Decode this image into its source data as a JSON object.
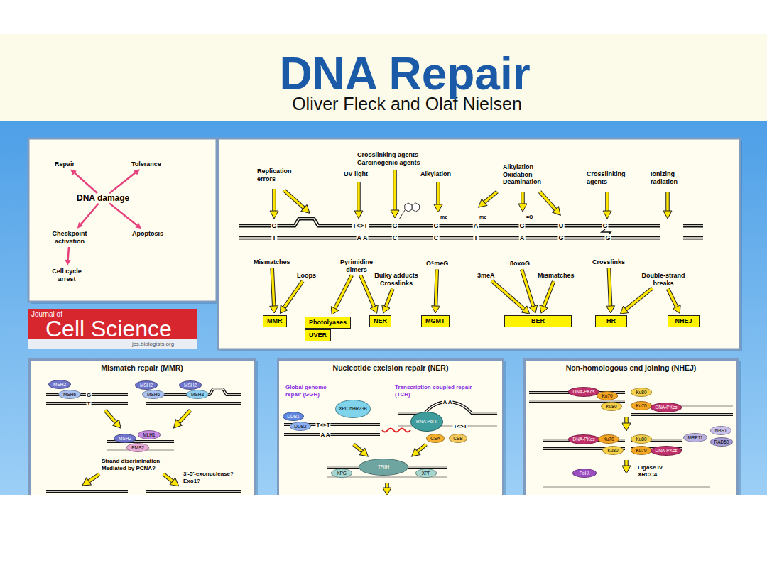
{
  "diagram": {
    "title": "DNA Repair",
    "nodes": [
      {
        "text": [
          "Repair"
        ]
      },
      {
        "text": [
          "Tolerance"
        ]
      },
      {
        "text": [
          "DNA damage"
        ]
      },
      {
        "text": [
          "Checkpoint activation"
        ]
      },
      {
        "text": [
          "Apoptosis"
        ]
      },
      {
        "text": [
          "Cell cycle arrest"
        ]
      },
      {
        "text": [
          "Journal of",
          "Cell Science",
          "jcs.biologists.org"
        ]
      },
      {
        "text": [
          "Mismatches"
        ]
      },
      {
        "text": [
          "Loops"
        ]
      },
      {
        "text": [
          "Pyrimidine dimers"
        ]
      },
      {
        "text": [
          "Bulky adducts Crosslinks"
        ]
      },
      {
        "text": [
          "O⁶meG"
        ]
      },
      {
        "text": [
          "3meA"
        ]
      },
      {
        "text": [
          "8oxoG"
        ]
      },
      {
        "text": [
          "Mismatches"
        ]
      },
      {
        "text": [
          "Crosslinks"
        ]
      },
      {
        "text": [
          "Double-strand breaks"
        ]
      },
      {
        "text": [
          "MMR"
        ]
      },
      {
        "text": [
          "Photolyases"
        ]
      },
      {
        "text": [
          "UVER"
        ]
      },
      {
        "text": [
          "NER"
        ]
      },
      {
        "text": [
          "MGMT"
        ]
      },
      {
        "text": [
          "BER"
        ]
      },
      {
        "text": [
          "HR"
        ]
      },
      {
        "text": [
          "NHEJ"
        ]
      },
      {
        "text": [
          "Mismatch repair (MMR)"
        ]
      },
      {
        "text": [
          "MSH2"
        ],
        "in": 25
      },
      {
        "text": [
          "MSH6"
        ],
        "in": 25
      },
      {
        "text": [
          "MSH2"
        ],
        "in": 25
      },
      {
        "text": [
          "MSH6"
        ],
        "in": 25
      },
      {
        "text": [
          "MSH2"
        ],
        "in": 25
      },
      {
        "text": [
          "MSH3"
        ],
        "in": 25
      },
      {
        "text": [
          "MSH2"
        ],
        "in": 25
      },
      {
        "text": [
          "MLH1"
        ],
        "in": 25
      },
      {
        "text": [
          "PMS2"
        ],
        "in": 25
      },
      {
        "text": [
          "Nucleotide excision repair (NER)"
        ]
      },
      {
        "text": [
          "DDB1"
        ],
        "in": 35
      },
      {
        "text": [
          "DDB2"
        ],
        "in": 35
      },
      {
        "text": [
          "XPC hHR23B"
        ],
        "in": 35
      },
      {
        "text": [
          "RNA Pol II"
        ],
        "in": 35
      },
      {
        "text": [
          "CSA"
        ],
        "in": 35
      },
      {
        "text": [
          "CSB"
        ],
        "in": 35
      },
      {
        "text": [
          "XPG"
        ],
        "in": 35
      },
      {
        "text": [
          "TFIIH"
        ],
        "in": 35
      },
      {
        "text": [
          "XPF"
        ],
        "in": 35
      },
      {
        "text": [
          "Non-homologous end joining (NHEJ)"
        ]
      },
      {
        "text": [
          "DNA-PKcs"
        ],
        "in": 45
      },
      {
        "text": [
          "Ku70"
        ],
        "in": 45
      },
      {
        "text": [
          "Ku80"
        ],
        "in": 45
      },
      {
        "text": [
          "Ku80"
        ],
        "in": 45
      },
      {
        "text": [
          "Ku70"
        ],
        "in": 45
      },
      {
        "text": [
          "DNA-PKcs"
        ],
        "in": 45
      },
      {
        "text": [
          "MRE11"
        ],
        "in": 45
      },
      {
        "text": [
          "NBS1"
        ],
        "in": 45
      },
      {
        "text": [
          "RAD50"
        ],
        "in": 45
      },
      {
        "text": [
          "DNA-PKcs"
        ],
        "in": 45
      },
      {
        "text": [
          "Ku70"
        ],
        "in": 45
      },
      {
        "text": [
          "Ku80"
        ],
        "in": 45
      },
      {
        "text": [
          "Ku80"
        ],
        "in": 45
      },
      {
        "text": [
          "Ku70"
        ],
        "in": 45
      },
      {
        "text": [
          "DNA-PKcs"
        ],
        "in": 45
      },
      {
        "text": [
          "Pol λ"
        ],
        "in": 45
      }
    ],
    "edges": [
      {
        "from": 2,
        "to": 0,
        "arrow": "to"
      },
      {
        "from": 2,
        "to": 1,
        "arrow": "to"
      },
      {
        "from": 2,
        "to": 3,
        "arrow": "to"
      },
      {
        "from": 2,
        "to": 4,
        "arrow": "to"
      },
      {
        "from": 3,
        "to": 5,
        "arrow": "to"
      },
      {
        "from": 7,
        "to": 17,
        "arrow": "to"
      },
      {
        "from": 8,
        "to": 17,
        "arrow": "to"
      },
      {
        "from": 9,
        "to": 18,
        "arrow": "to"
      },
      {
        "from": 9,
        "to": 20,
        "arrow": "to"
      },
      {
        "from": 10,
        "to": 20,
        "arrow": "to"
      },
      {
        "from": 11,
        "to": 21,
        "arrow": "to"
      },
      {
        "from": 12,
        "to": 22,
        "arrow": "to"
      },
      {
        "from": 13,
        "to": 22,
        "arrow": "to"
      },
      {
        "from": 14,
        "to": 22,
        "arrow": "to"
      },
      {
        "from": 15,
        "to": 23,
        "arrow": "to"
      },
      {
        "from": 16,
        "to": 23,
        "arrow": "to"
      },
      {
        "from": 16,
        "to": 24,
        "arrow": "to"
      }
    ],
    "labels": [
      "Oliver Fleck and Olaf Nielsen",
      "Replication errors",
      "UV light",
      "Crosslinking agents Carcinogenic agents",
      "Alkylation",
      "Alkylation Oxidation Deamination",
      "Crosslinking agents",
      "Ionizing radiation",
      "G",
      "T",
      "T<>T",
      "A A",
      "G",
      "C",
      "G",
      "me",
      "C",
      "A",
      "me",
      "T",
      "G",
      "=O",
      "A",
      "U",
      "G",
      "G",
      "G",
      "G",
      "T",
      "Strand discrimination Mediated by PCNA?",
      "3'-5'-exonuclease? Exo1?",
      "Global genome repair (GGR)",
      "Transcription-coupled repair (TCR)",
      "T<>T",
      "A A",
      "A A",
      "T<>T",
      "Ligase IV XRCC4"
    ]
  }
}
